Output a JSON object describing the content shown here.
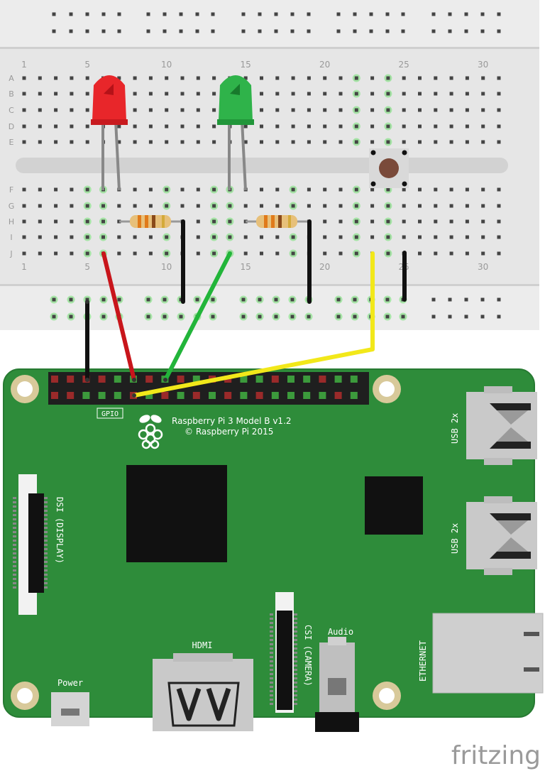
{
  "breadboard": {
    "column_numbers": [
      "1",
      "5",
      "10",
      "15",
      "20",
      "25",
      "30"
    ],
    "row_letters_top": [
      "A",
      "B",
      "C",
      "D",
      "E"
    ],
    "row_letters_bottom": [
      "F",
      "G",
      "H",
      "I",
      "J"
    ]
  },
  "board": {
    "model_line1": "Raspberry Pi 3 Model B v1.2",
    "model_line2": "© Raspberry Pi 2015",
    "gpio_label": "GPIO",
    "usb_label_1": "USB 2x",
    "usb_label_2": "USB 2x",
    "display_label": "DSI (DISPLAY)",
    "camera_label": "CSI (CAMERA)",
    "hdmi_label": "HDMI",
    "audio_label": "Audio",
    "ethernet_label": "ETHERNET",
    "power_label": "Power"
  },
  "components": {
    "led_red_color": "#e8262a",
    "led_green_color": "#2fb34a",
    "wire_red": "#c8151b",
    "wire_green": "#22b53a",
    "wire_yellow": "#f2e81a",
    "wire_black": "#111111",
    "board_green": "#2e8c3a",
    "breadboard_color": "#e6e6e6"
  },
  "watermark": "fritzing"
}
